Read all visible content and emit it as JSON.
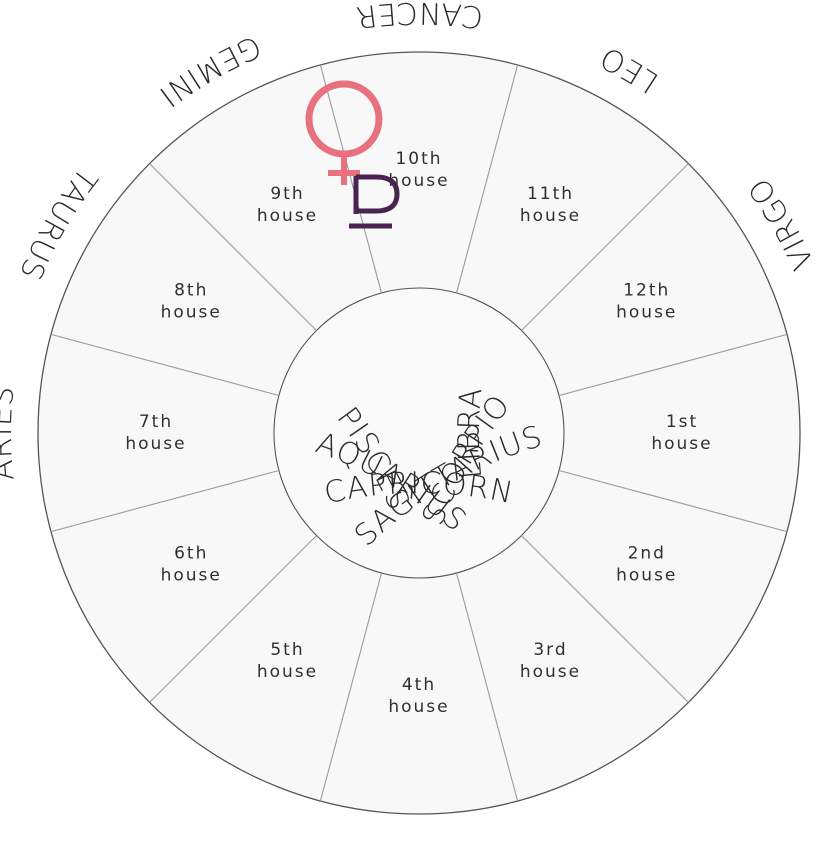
{
  "signs": [
    {
      "label": "ARIES",
      "angle": 0
    },
    {
      "label": "PISCES",
      "angle": 30
    },
    {
      "label": "AQUARIUS",
      "angle": 60
    },
    {
      "label": "CAPRICORN",
      "angle": 90
    },
    {
      "label": "SAGITTARIUS",
      "angle": 120
    },
    {
      "label": "SCORPIO",
      "angle": 150
    },
    {
      "label": "LIBRA",
      "angle": 180
    },
    {
      "label": "VIRGO",
      "angle": 210
    },
    {
      "label": "LEO",
      "angle": 240
    },
    {
      "label": "CANCER",
      "angle": 270
    },
    {
      "label": "GEMINI",
      "angle": 300
    },
    {
      "label": "TAURUS",
      "angle": 330
    }
  ],
  "houses": [
    {
      "number": "1st",
      "word": "house"
    },
    {
      "number": "2nd",
      "word": "house"
    },
    {
      "number": "3rd",
      "word": "house"
    },
    {
      "number": "4th",
      "word": "house"
    },
    {
      "number": "5th",
      "word": "house"
    },
    {
      "number": "6th",
      "word": "house"
    },
    {
      "number": "7th",
      "word": "house"
    },
    {
      "number": "8th",
      "word": "house"
    },
    {
      "number": "9th",
      "word": "house"
    },
    {
      "number": "10th",
      "word": "house"
    },
    {
      "number": "11th",
      "word": "house"
    },
    {
      "number": "12th",
      "word": "house"
    }
  ],
  "planets": [
    {
      "icon": "venus-icon",
      "house": "10th",
      "color": "#e8707f"
    },
    {
      "icon": "pluto-icon",
      "house": "10th",
      "color": "#4a2450"
    }
  ],
  "colors": {
    "wheel_fill": "#f8f8f8",
    "outer_line": "#555555",
    "divider_line": "#9a9a9a"
  }
}
